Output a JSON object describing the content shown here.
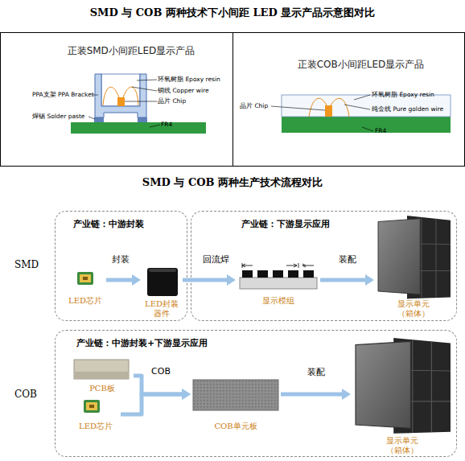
{
  "diagram": {
    "title": "SMD 与 COB 两种技术下小间距 LED 显示产品示意图对比",
    "nodes": [
      {
        "text": [
          "正装SMD小间距LED显示产品"
        ]
      },
      {
        "text": [
          "正装COB小间距LED显示产品"
        ]
      },
      {
        "text": [
          "产业链：中游封装"
        ]
      },
      {
        "text": [
          "LED芯片"
        ],
        "in": 2
      },
      {
        "text": [
          "LED封装 器件"
        ],
        "in": 2
      },
      {
        "text": [
          "产业链：下游显示应用"
        ]
      },
      {
        "text": [
          "显示模组"
        ],
        "in": 5
      },
      {
        "text": [
          "显示单元 （箱体）"
        ],
        "in": 5
      },
      {
        "text": [
          "产业链：中游封装+下游显示应用"
        ]
      },
      {
        "text": [
          "PCB板"
        ],
        "in": 8
      },
      {
        "text": [
          "LED芯片"
        ],
        "in": 8
      },
      {
        "text": [
          "COB单元板"
        ],
        "in": 8
      },
      {
        "text": [
          "显示单元 （箱体）"
        ],
        "in": 8
      }
    ],
    "edges": [
      {
        "from": 3,
        "to": 4,
        "arrow": "to",
        "label": "封装"
      },
      {
        "from": 4,
        "to": 6,
        "arrow": "to",
        "label": "回流焊"
      },
      {
        "from": 6,
        "to": 7,
        "arrow": "to",
        "label": "装配"
      },
      {
        "from": 9,
        "to": 11,
        "arrow": "to",
        "label": "COB"
      },
      {
        "from": 10,
        "to": 11,
        "arrow": "to"
      },
      {
        "from": 11,
        "to": 12,
        "arrow": "to",
        "label": "装配"
      }
    ],
    "labels": [
      "SMD 与 COB 两种生产技术流程对比",
      "SMD",
      "COB",
      "PPA支架 PPA Bracket",
      "焊锡 Solder paste",
      "环氧树脂 Epoxy resin",
      "铜线 Copper wire",
      "晶片 Chip",
      "FR4",
      "环氧树脂 Epoxy resin",
      "晶片 Chip",
      "纯金线 Pure golden wire",
      "FR4"
    ]
  }
}
